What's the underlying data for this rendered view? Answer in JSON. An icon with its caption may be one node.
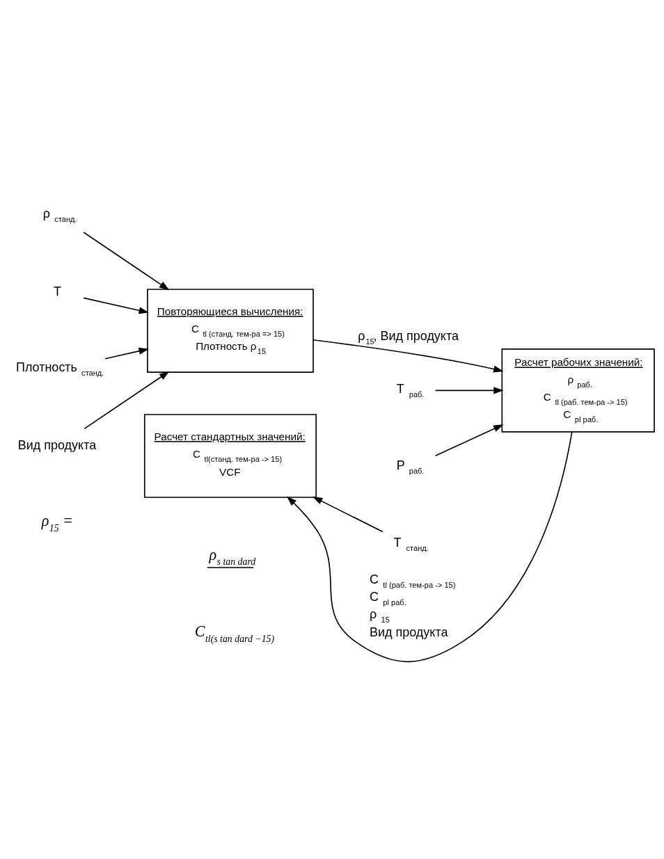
{
  "diagram": {
    "nodes": [
      {
        "text": [
          "ρ $_{станд.}$"
        ]
      },
      {
        "text": [
          "T"
        ]
      },
      {
        "text": [
          "Плотность $_{станд.}$"
        ]
      },
      {
        "text": [
          "Вид продукта"
        ]
      },
      {
        "text": [
          "Повторяющиеся вычисления:",
          "C $_{tl (станд. тем-ра => 15)}$",
          "Плотность ρ$_{15}$"
        ]
      },
      {
        "text": [
          "T $_{раб.}$"
        ]
      },
      {
        "text": [
          "P $_{раб.}$"
        ]
      },
      {
        "text": [
          "Расчет рабочих значений:",
          "ρ $_{раб.}$",
          "C $_{tl (раб. тем-ра -> 15)}$",
          "C $_{pl раб.}$"
        ]
      },
      {
        "text": [
          "Расчет стандартных значений:",
          "C $_{tl(станд. тем-ра -> 15)}$",
          "VCF"
        ]
      },
      {
        "text": [
          "T $_{станд.}$"
        ]
      }
    ],
    "edges": [
      {
        "from": 0,
        "to": 4,
        "arrow": "to"
      },
      {
        "from": 1,
        "to": 4,
        "arrow": "to"
      },
      {
        "from": 2,
        "to": 4,
        "arrow": "to"
      },
      {
        "from": 3,
        "to": 4,
        "arrow": "to"
      },
      {
        "from": 4,
        "to": 7,
        "arrow": "to",
        "label": "ρ$_{15}$, Вид продукта"
      },
      {
        "from": 5,
        "to": 7,
        "arrow": "to"
      },
      {
        "from": 6,
        "to": 7,
        "arrow": "to"
      },
      {
        "from": 7,
        "to": 8,
        "arrow": "to",
        "label": "C $_{tl (раб. тем-ра -> 15)}$ C $_{pl раб.}$ ρ $_{15}$ Вид продукта"
      },
      {
        "from": 9,
        "to": 8,
        "arrow": "to"
      }
    ],
    "labels": [
      "ρ$_{15}$ =",
      "ρ$_{s tan dard}$",
      "C$_{tl(s tan dard −15)}$"
    ]
  }
}
